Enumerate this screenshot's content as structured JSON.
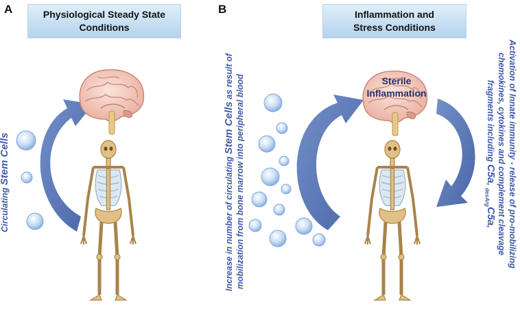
{
  "panel_a": {
    "letter": "A",
    "title_line1": "Physiological Steady State",
    "title_line2": "Conditions",
    "side_label_pre": "Circulating ",
    "side_label_emph": "Stem Cells"
  },
  "panel_b": {
    "letter": "B",
    "title_line1": "Inflammation and",
    "title_line2": "Stress Conditions",
    "brain_label_line1": "Sterile",
    "brain_label_line2": "Inflammation",
    "left_label_line1_pre": "Increase in number of circulating ",
    "left_label_line1_emph": "Stem Cells",
    "left_label_line1_post": " as result of",
    "left_label_line2": "mobilization from bone marrow into peripheral blood",
    "right_label_line1": "Activation of Innate immunity - release of pro-mobilizing",
    "right_label_line2": "chemokines, cytokines and complement cleavage",
    "right_label_line3_pre": "fragments including ",
    "right_label_line3_c5a": "C5a",
    "right_label_line3_sep": ", ",
    "right_label_line3_sub": "desArg",
    "right_label_line3_c5a2": "C5a",
    "right_label_line3_end": ","
  },
  "colors": {
    "text_blue": "#4059a8",
    "dark_navy": "#26306b",
    "arrow_blue": "#5a78b8",
    "header_fill": "#c7def2",
    "cell_fill": "#a8c8ec",
    "bone": "#d9b777"
  },
  "icons": [
    "brain-icon",
    "skeleton-icon",
    "stem-cell-icon",
    "curved-arrow-icon"
  ]
}
